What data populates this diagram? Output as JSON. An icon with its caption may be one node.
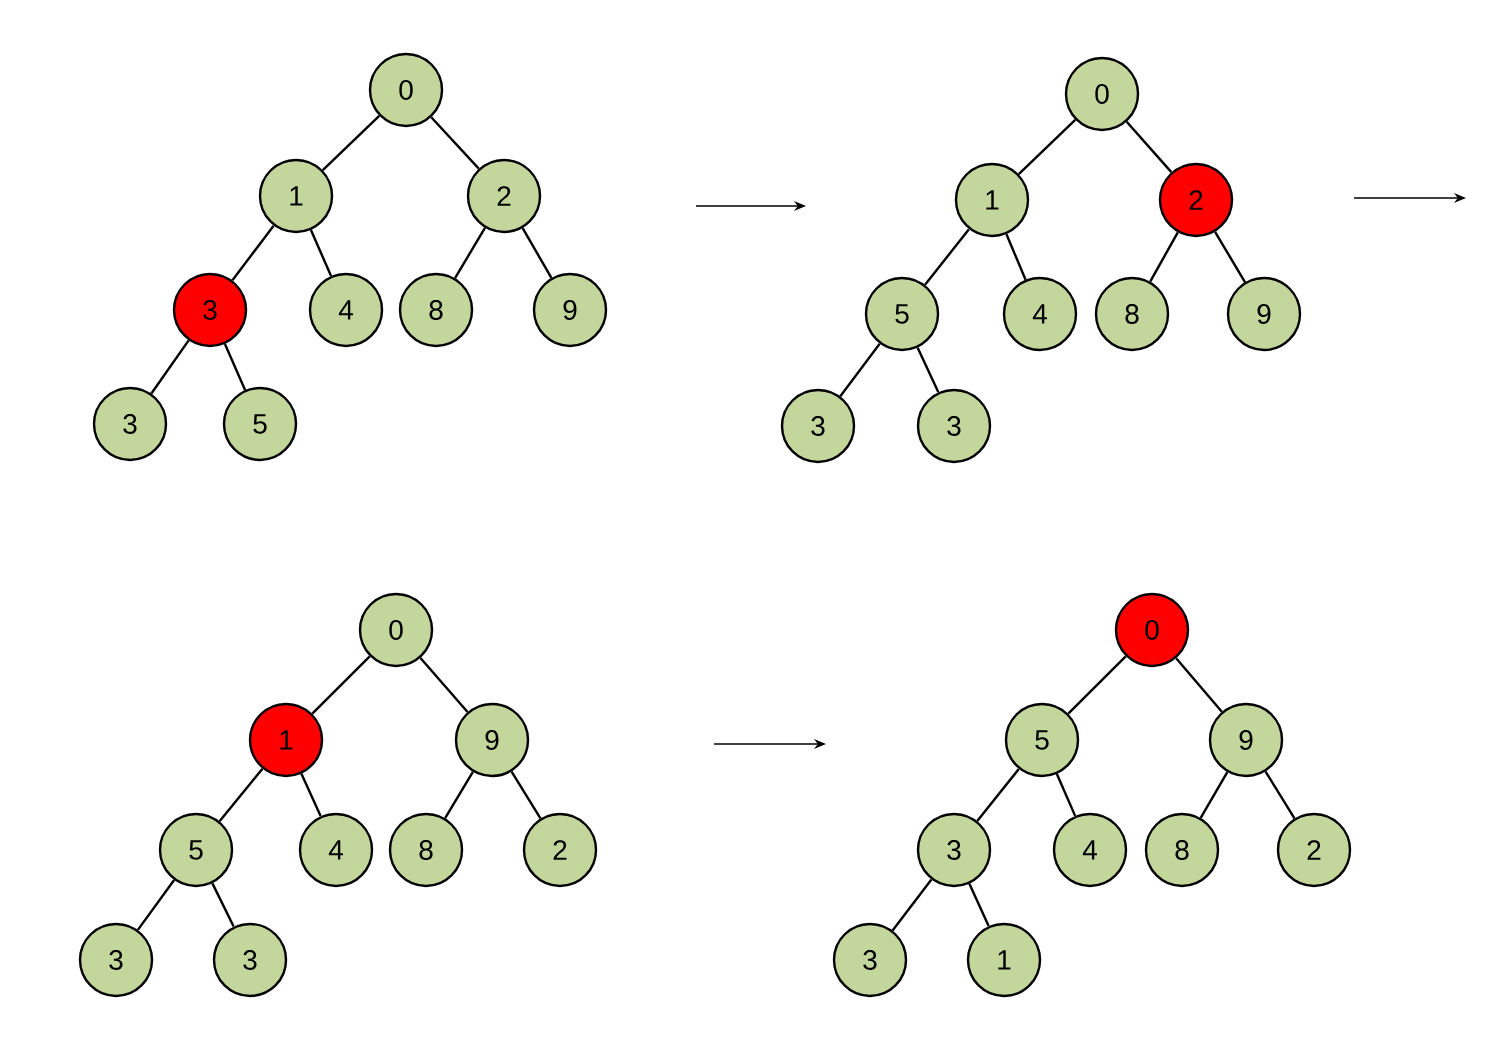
{
  "diagram": {
    "nodes": [
      {
        "text": [
          "0"
        ]
      },
      {
        "text": [
          "1"
        ]
      },
      {
        "text": [
          "2"
        ]
      },
      {
        "text": [
          "3"
        ]
      },
      {
        "text": [
          "4"
        ]
      },
      {
        "text": [
          "8"
        ]
      },
      {
        "text": [
          "9"
        ]
      },
      {
        "text": [
          "3"
        ]
      },
      {
        "text": [
          "5"
        ]
      },
      {
        "text": [
          "0"
        ]
      },
      {
        "text": [
          "1"
        ]
      },
      {
        "text": [
          "2"
        ]
      },
      {
        "text": [
          "5"
        ]
      },
      {
        "text": [
          "4"
        ]
      },
      {
        "text": [
          "8"
        ]
      },
      {
        "text": [
          "9"
        ]
      },
      {
        "text": [
          "3"
        ]
      },
      {
        "text": [
          "3"
        ]
      },
      {
        "text": [
          "0"
        ]
      },
      {
        "text": [
          "1"
        ]
      },
      {
        "text": [
          "9"
        ]
      },
      {
        "text": [
          "5"
        ]
      },
      {
        "text": [
          "4"
        ]
      },
      {
        "text": [
          "8"
        ]
      },
      {
        "text": [
          "2"
        ]
      },
      {
        "text": [
          "3"
        ]
      },
      {
        "text": [
          "3"
        ]
      },
      {
        "text": [
          "0"
        ]
      },
      {
        "text": [
          "5"
        ]
      },
      {
        "text": [
          "9"
        ]
      },
      {
        "text": [
          "3"
        ]
      },
      {
        "text": [
          "4"
        ]
      },
      {
        "text": [
          "8"
        ]
      },
      {
        "text": [
          "2"
        ]
      },
      {
        "text": [
          "3"
        ]
      },
      {
        "text": [
          "1"
        ]
      }
    ],
    "edges": [
      {
        "from": 0,
        "to": 1,
        "arrow": "none"
      },
      {
        "from": 0,
        "to": 2,
        "arrow": "none"
      },
      {
        "from": 1,
        "to": 3,
        "arrow": "none"
      },
      {
        "from": 1,
        "to": 4,
        "arrow": "none"
      },
      {
        "from": 2,
        "to": 5,
        "arrow": "none"
      },
      {
        "from": 2,
        "to": 6,
        "arrow": "none"
      },
      {
        "from": 3,
        "to": 7,
        "arrow": "none"
      },
      {
        "from": 3,
        "to": 8,
        "arrow": "none"
      },
      {
        "from": 9,
        "to": 10,
        "arrow": "none"
      },
      {
        "from": 9,
        "to": 11,
        "arrow": "none"
      },
      {
        "from": 10,
        "to": 12,
        "arrow": "none"
      },
      {
        "from": 10,
        "to": 13,
        "arrow": "none"
      },
      {
        "from": 11,
        "to": 14,
        "arrow": "none"
      },
      {
        "from": 11,
        "to": 15,
        "arrow": "none"
      },
      {
        "from": 12,
        "to": 16,
        "arrow": "none"
      },
      {
        "from": 12,
        "to": 17,
        "arrow": "none"
      },
      {
        "from": 18,
        "to": 19,
        "arrow": "none"
      },
      {
        "from": 18,
        "to": 20,
        "arrow": "none"
      },
      {
        "from": 19,
        "to": 21,
        "arrow": "none"
      },
      {
        "from": 19,
        "to": 22,
        "arrow": "none"
      },
      {
        "from": 20,
        "to": 23,
        "arrow": "none"
      },
      {
        "from": 20,
        "to": 24,
        "arrow": "none"
      },
      {
        "from": 21,
        "to": 25,
        "arrow": "none"
      },
      {
        "from": 21,
        "to": 26,
        "arrow": "none"
      },
      {
        "from": 27,
        "to": 28,
        "arrow": "none"
      },
      {
        "from": 27,
        "to": 29,
        "arrow": "none"
      },
      {
        "from": 28,
        "to": 30,
        "arrow": "none"
      },
      {
        "from": 28,
        "to": 31,
        "arrow": "none"
      },
      {
        "from": 29,
        "to": 32,
        "arrow": "none"
      },
      {
        "from": 29,
        "to": 33,
        "arrow": "none"
      },
      {
        "from": 30,
        "to": 34,
        "arrow": "none"
      },
      {
        "from": 30,
        "to": 35,
        "arrow": "none"
      }
    ]
  }
}
